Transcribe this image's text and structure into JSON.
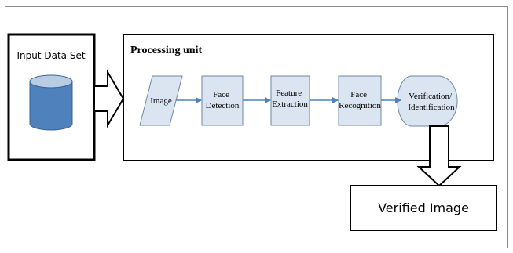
{
  "input": {
    "title": "Input Data Set",
    "icon": "database-cylinder-icon"
  },
  "processing": {
    "title": "Processing unit",
    "steps": [
      {
        "id": "image",
        "shape": "parallelogram",
        "lines": [
          "Image"
        ]
      },
      {
        "id": "face-detection",
        "shape": "box",
        "lines": [
          "Face",
          "Detection"
        ]
      },
      {
        "id": "feature-extraction",
        "shape": "box",
        "lines": [
          "Feature",
          "Extraction"
        ]
      },
      {
        "id": "face-recognition",
        "shape": "box",
        "lines": [
          "Face",
          "Recognition"
        ]
      },
      {
        "id": "verification-identification",
        "shape": "terminal",
        "lines": [
          "Verification/",
          "Identification"
        ]
      }
    ]
  },
  "output": {
    "title": "Verified Image"
  },
  "colors": {
    "box_fill": "#dbe5f1",
    "box_stroke": "#6d87a8",
    "connector": "#4f81bd",
    "db_top": "#b8cce4",
    "db_body": "#4f81bd",
    "outline": "#000000"
  }
}
